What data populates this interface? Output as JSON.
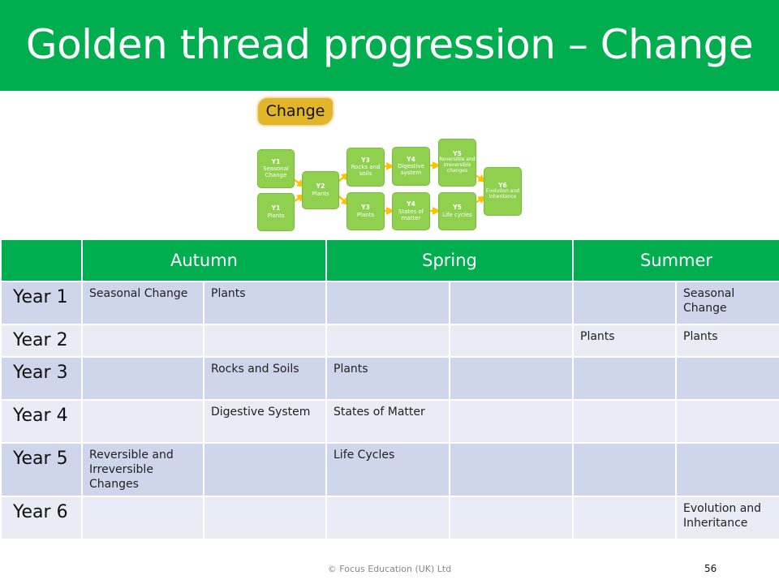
{
  "title": "Golden thread progression – Change",
  "diagram": {
    "label": "Change",
    "boxes": [
      {
        "year": "Y1",
        "topic": "Seasonal Change"
      },
      {
        "year": "Y1",
        "topic": "Plants"
      },
      {
        "year": "Y2",
        "topic": "Plants"
      },
      {
        "year": "Y3",
        "topic": "Rocks and soils"
      },
      {
        "year": "Y3",
        "topic": "Plants"
      },
      {
        "year": "Y4",
        "topic": "Digestive system"
      },
      {
        "year": "Y4",
        "topic": "States of matter"
      },
      {
        "year": "Y5",
        "topic": "Reversible and irreversible changes"
      },
      {
        "year": "Y5",
        "topic": "Life cycles"
      },
      {
        "year": "Y6",
        "topic": "Evolution and inheritance"
      }
    ],
    "arrow_color": "#ffc000"
  },
  "table": {
    "headers": [
      "",
      "Autumn",
      "Spring",
      "Summer"
    ],
    "rows": [
      {
        "year": "Year 1",
        "cells": [
          "Seasonal Change",
          "Plants",
          "",
          "",
          "",
          "Seasonal Change"
        ]
      },
      {
        "year": "Year 2",
        "cells": [
          "",
          "",
          "",
          "",
          "Plants",
          "Plants"
        ]
      },
      {
        "year": "Year 3",
        "cells": [
          "",
          "Rocks and Soils",
          "Plants",
          "",
          "",
          ""
        ]
      },
      {
        "year": "Year 4",
        "cells": [
          "",
          "Digestive System",
          "States of Matter",
          "",
          "",
          ""
        ]
      },
      {
        "year": "Year 5",
        "cells": [
          "Reversible and Irreversible Changes",
          "",
          "Life Cycles",
          "",
          "",
          ""
        ]
      },
      {
        "year": "Year 6",
        "cells": [
          "",
          "",
          "",
          "",
          "",
          "Evolution and Inheritance"
        ]
      }
    ]
  },
  "footer": "© Focus Education (UK) Ltd",
  "page_number": "56",
  "colors": {
    "green": "#00ae4f",
    "row_dark": "#cfd5ea",
    "row_light": "#e9ebf5",
    "box": "#8fd14f"
  }
}
